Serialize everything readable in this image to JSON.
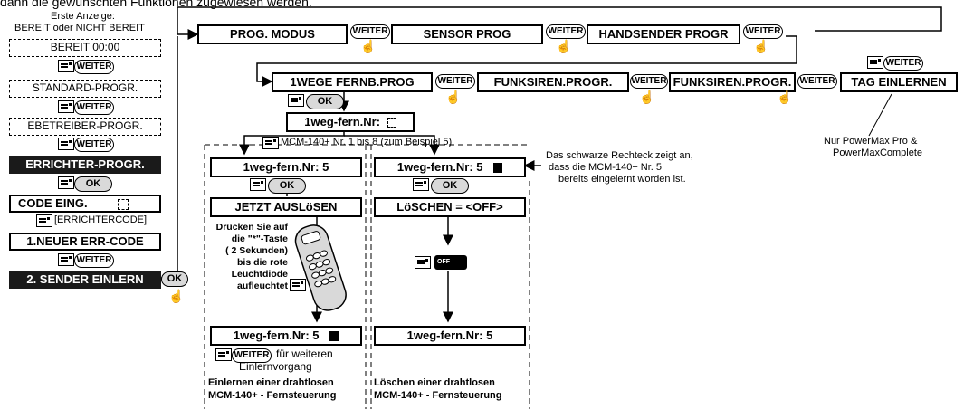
{
  "header_fragment": "dann die gewünschten Funktionen zugewiesen werden.",
  "left_column": {
    "first_display_line1": "Erste Anzeige:",
    "first_display_line2": "BEREIT oder NICHT BEREIT",
    "ready": "BEREIT 00:00",
    "weiter": "WEITER",
    "standard": "STANDARD-PROGR.",
    "operator": "EBETREIBER-PROGR.",
    "installer": "ERRICHTER-PROGR.",
    "ok": "OK",
    "code": "CODE EING.",
    "installer_code": "[ERRICHTERCODE]",
    "new_code": "1.NEUER ERR-CODE",
    "enroll": "2. SENDER EINLERN"
  },
  "top_row": {
    "prog_mode": "PROG. MODUS",
    "sensor_prog": "SENSOR PROG",
    "handsender": "HANDSENDER PROGR"
  },
  "second_row": {
    "oneway": "1WEGE FERNB.PROG",
    "siren1": "FUNKSIREN.PROGR.",
    "siren2": "FUNKSIREN.PROGR.",
    "tag": "TAG EINLERNEN",
    "tag_note_line1": "Nur PowerMax Pro &",
    "tag_note_line2": "PowerMaxComplete"
  },
  "remote_nr": "1weg-fern.Nr:",
  "mcm_range": "MCM-140+ Nr. 1 bis 8 (zum Beispiel 5)",
  "left_branch": {
    "nr5": "1weg-fern.Nr: 5",
    "trigger": "JETZT AUSLöSEN",
    "press_lines": [
      "Drücken Sie auf",
      "die \"*\"-Taste",
      "( 2 Sekunden)",
      "bis die rote",
      "Leuchtdiode",
      "aufleuchtet"
    ],
    "nr5_after": "1weg-fern.Nr: 5",
    "more_line1": "für weiteren",
    "more_line2": "Einlernvorgang",
    "caption_line1": "Einlernen einer drahtlosen",
    "caption_line2": "MCM-140+ - Fernsteuerung"
  },
  "right_branch": {
    "nr5": "1weg-fern.Nr: 5",
    "delete": "LöSCHEN = <OFF>",
    "off": "OFF",
    "nr5_after": "1weg-fern.Nr: 5",
    "caption_line1": "Löschen einer drahtlosen",
    "caption_line2": "MCM-140+ - Fernsteuerung"
  },
  "annotation": {
    "line1": "Das schwarze Rechteck zeigt an,",
    "line2": "dass die MCM-140+ Nr. 5",
    "line3": "bereits eingelernt worden ist."
  }
}
